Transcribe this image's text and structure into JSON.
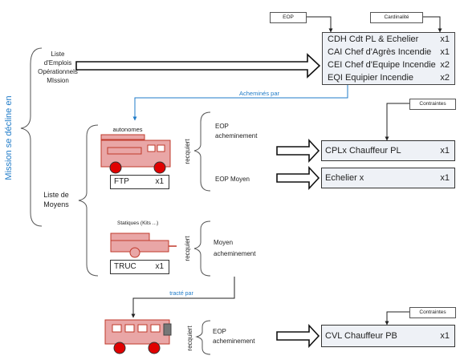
{
  "notes": {
    "eop": "EOP",
    "cardinalite": "Cardinalité",
    "contraintes_1": "Contraintes",
    "contraintes_2": "Contraintes"
  },
  "mission_label": "Mission se décline en",
  "liste_emplois": [
    "Liste",
    "d'Emplois",
    "Opérationnels",
    "MIssion"
  ],
  "liste_moyens": [
    "Liste de",
    "Moyens"
  ],
  "emplois": [
    {
      "label": "CDH Cdt PL & Echelier",
      "qty": "x1"
    },
    {
      "label": "CAI Chef d'Agrès Incendie",
      "qty": "x1"
    },
    {
      "label": "CEI Chef d'Equipe Incendie",
      "qty": "x2"
    },
    {
      "label": "EQI Equipier Incendie",
      "qty": "x2"
    }
  ],
  "achemines_par": "Acheminés par",
  "autonomes": "autonomes",
  "ftp": {
    "label": "FTP",
    "qty": "x1"
  },
  "requiert_1": "recquiert",
  "eop_acheminement_1": [
    "EOP",
    "acheminement"
  ],
  "eop_moyen": "EOP Moyen",
  "cplx": {
    "label": "CPLx Chauffeur PL",
    "qty": "x1"
  },
  "echelier": {
    "label": "Echelier x",
    "qty": "x1"
  },
  "statiques": "Statiques (Kits ...)",
  "truc": {
    "label": "TRUC",
    "qty": "x1"
  },
  "requiert_2": "recquiert",
  "moyen_acheminement": [
    "Moyen",
    "acheminement"
  ],
  "tracte_par": "tracté par",
  "requiert_3": "recquiert",
  "eop_acheminement_2": [
    "EOP",
    "acheminement"
  ],
  "cvl": {
    "label": "CVL Chauffeur PB",
    "qty": "x1"
  },
  "colors": {
    "accent": "#1f7bc8",
    "truck": "#e9a6a6",
    "truck_dark": "#c0392b",
    "wheel": "#e00000",
    "panel": "#eef1f6"
  }
}
